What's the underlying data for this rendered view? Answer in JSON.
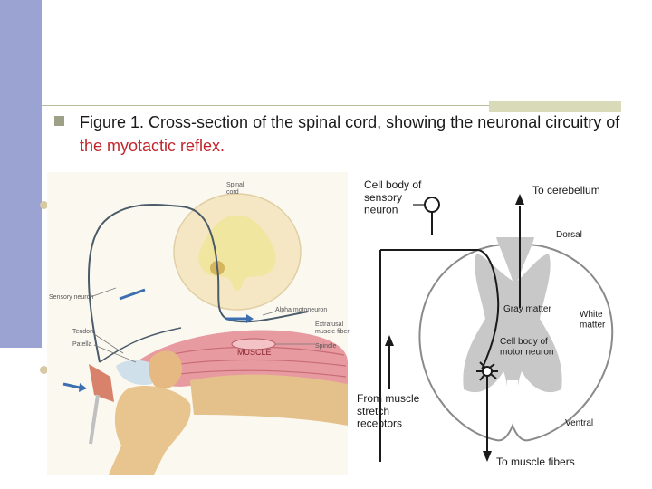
{
  "caption": {
    "prefix": "Figure 1. Cross-section of the spinal cord, showing the neuronal circuitry of ",
    "highlight": "the myotactic reflex."
  },
  "left_figure": {
    "labels": {
      "spinal_cord": "Spinal\ncord",
      "sensory_neuron": "Sensory neuron",
      "alpha_motoneuron": "Alpha motoneuron",
      "extrafusal": "Extrafusal\nmuscle fiber",
      "spindle": "Spindle",
      "tendon": "Tendon",
      "patella": "Patella",
      "muscle": "MUSCLE"
    }
  },
  "right_figure": {
    "labels": {
      "cell_body_sensory": "Cell body of\nsensory\nneuron",
      "to_cerebellum": "To cerebellum",
      "dorsal": "Dorsal",
      "gray_matter": "Gray matter",
      "white_matter": "White\nmatter",
      "cell_body_motor": "Cell body of\nmotor neuron",
      "from_muscle": "From muscle\nstretch\nreceptors",
      "ventral": "Ventral",
      "to_muscle_fibers": "To muscle fibers"
    }
  },
  "colors": {
    "sidebar": "#9aa3d2",
    "highlight_text": "#c0262c",
    "gray_matter": "#c8c8c8",
    "spinal_yellow": "#f1e6a0",
    "muscle_red": "#e79aa0"
  }
}
